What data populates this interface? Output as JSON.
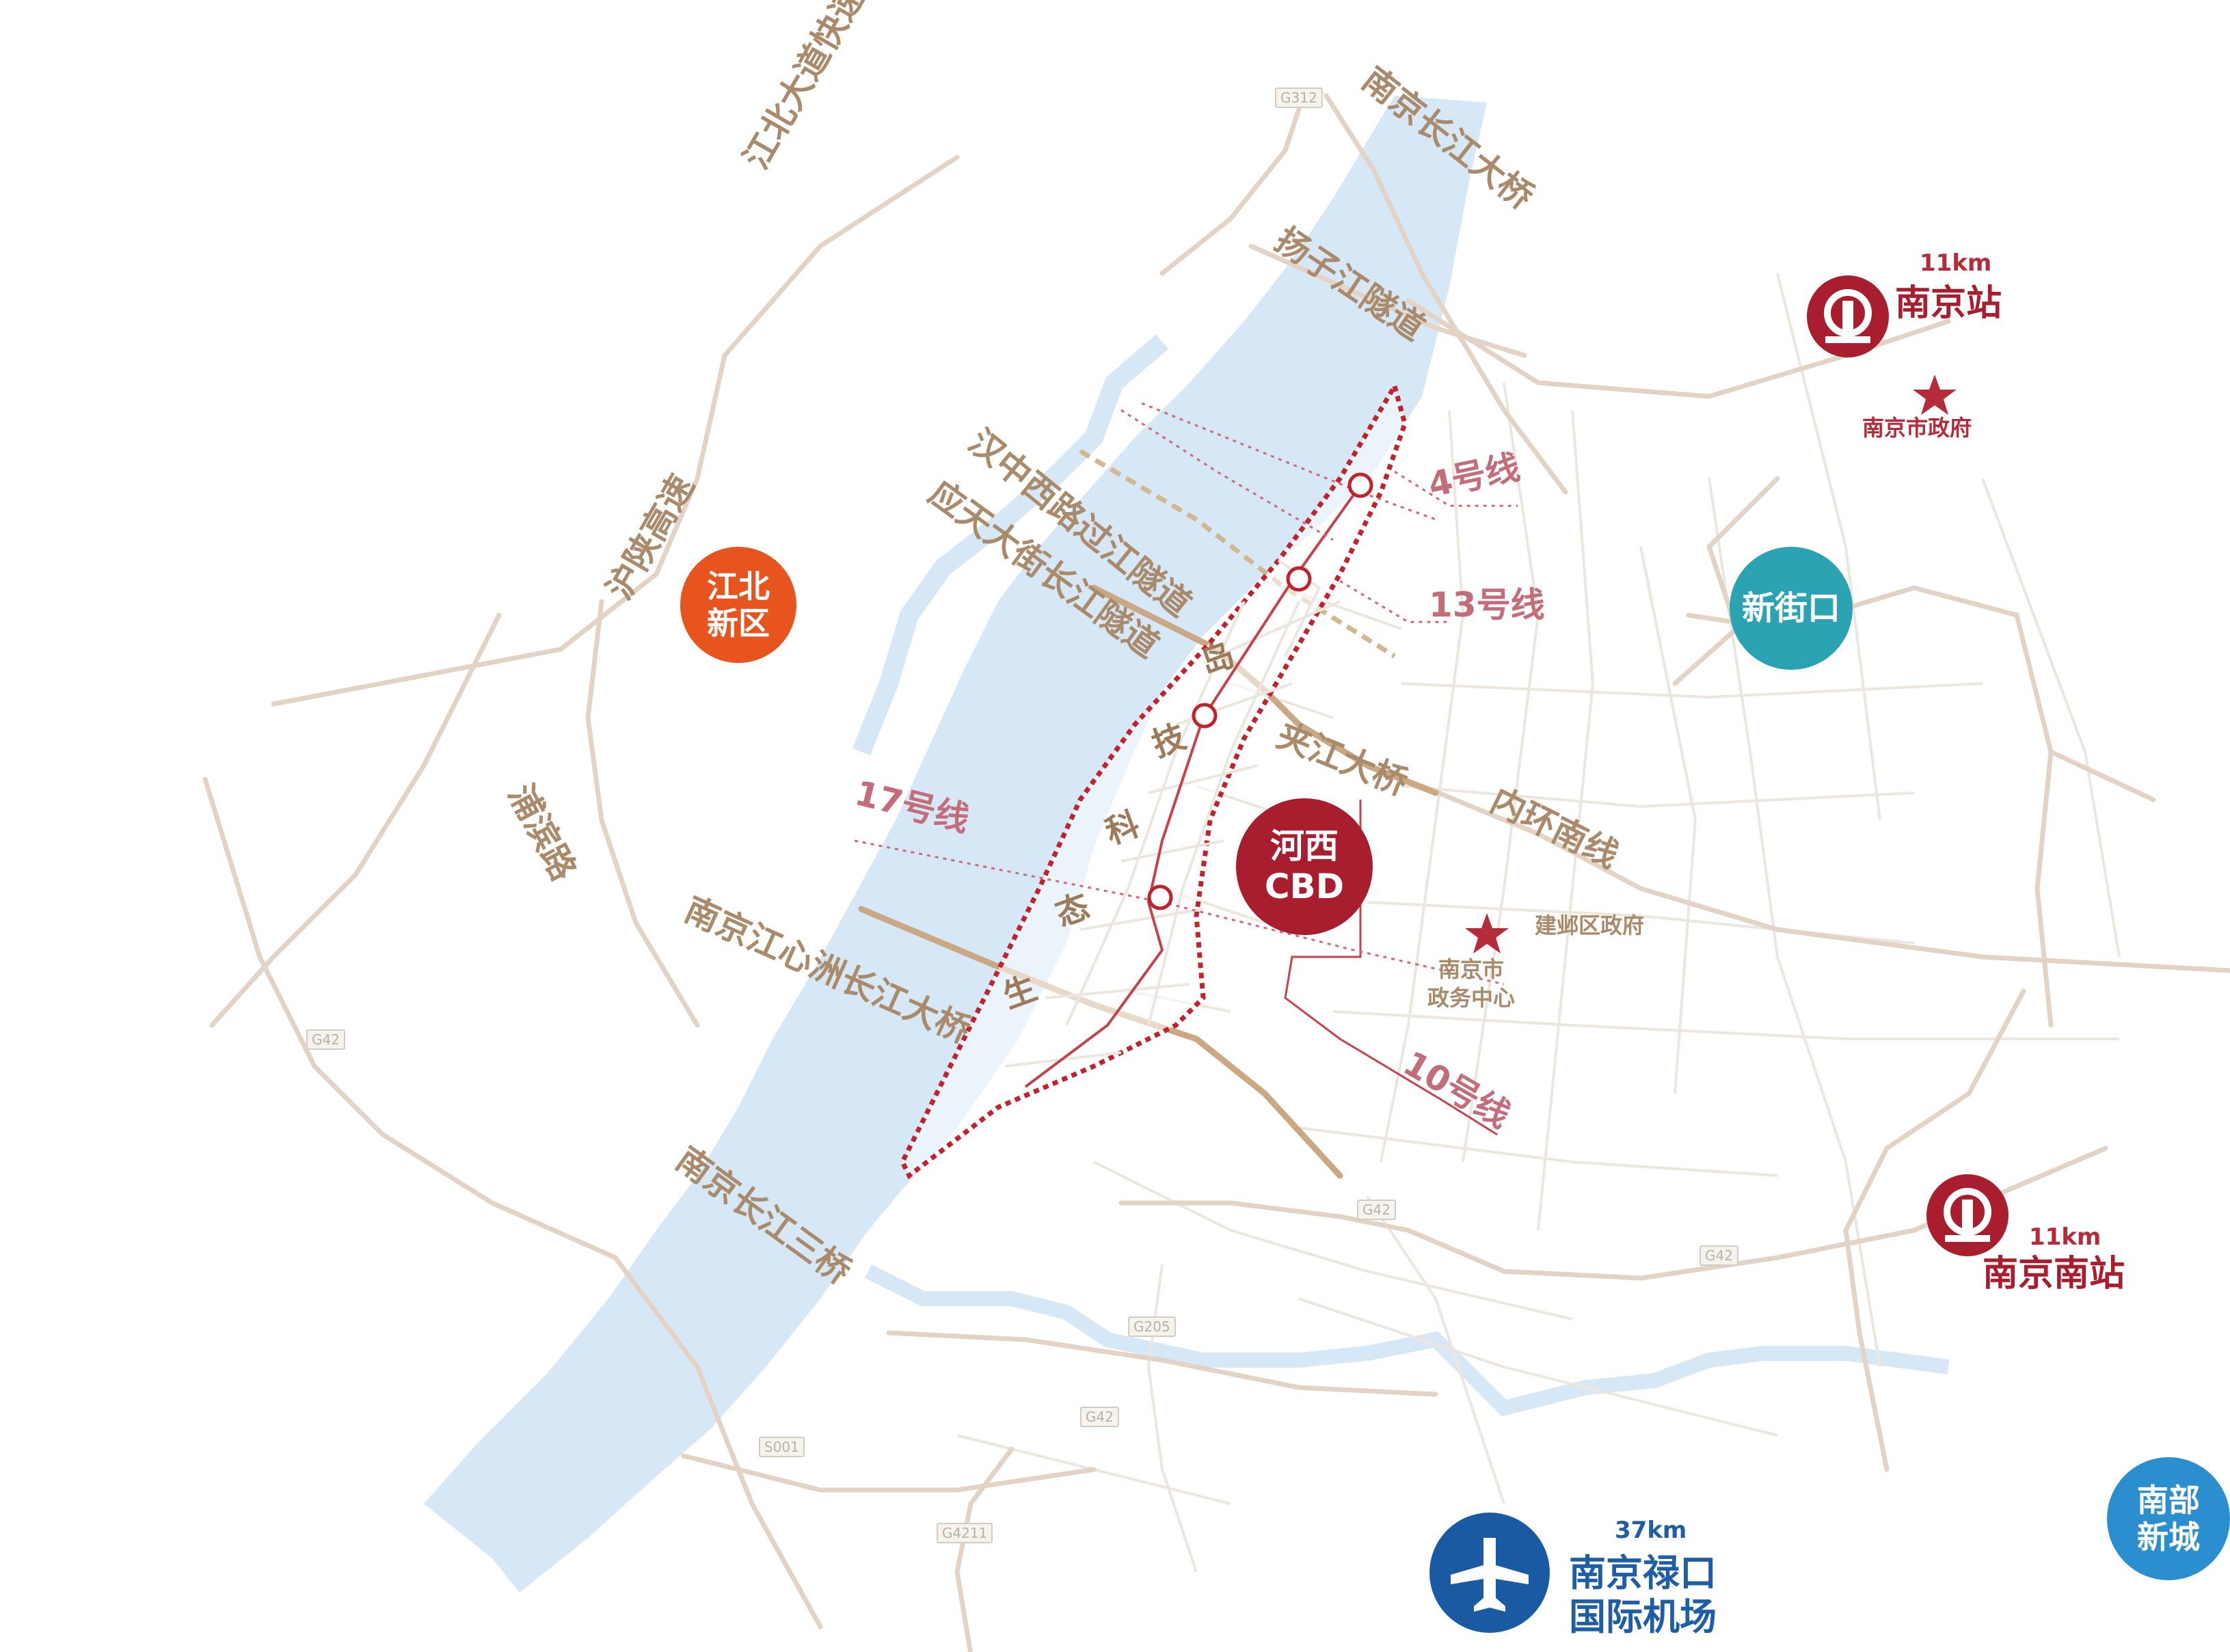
{
  "colors": {
    "river": "#d6e7f6",
    "road_major": "#e2d3c4",
    "road_minor": "#ece6df",
    "road_highlight": "#c9a883",
    "district_outline": "#c0232e",
    "metro_line": "#c4434f",
    "station_red": "#a81e2e",
    "airport_blue": "#1a5aa3",
    "jiangbei": "#e8541d",
    "cbd": "#a81e2e",
    "xinjiekou": "#2ba3b2",
    "nanbu": "#2b8fcf"
  },
  "roads": {
    "jiangbei_expressway": "江北大道快速路",
    "hushan_expressway": "沪陕高速",
    "pubin_road": "浦滨路",
    "yangtze_bridge": "南京长江大桥",
    "yangzi_tunnel": "扬子江隧道",
    "hanzhong_tunnel": "汉中西路过江隧道",
    "yingtian_tunnel": "应天大街长江隧道",
    "jiajiang_bridge": "夹江大桥",
    "inner_ring_south": "内环南线",
    "jiangxinzhou_bridge": "南京江心洲长江大桥",
    "third_bridge": "南京长江三桥"
  },
  "metro": {
    "line4": "4号线",
    "line13": "13号线",
    "line17": "17号线",
    "line10": "10号线"
  },
  "eco_tech_chars": [
    "生",
    "态",
    "科",
    "技",
    "岛"
  ],
  "shields": {
    "g312": "G312",
    "g42_west": "G42",
    "g42_mid": "G42",
    "g42_east": "G42",
    "g42_south": "G42",
    "g205": "G205",
    "s001": "S001",
    "g4211": "G4211"
  },
  "hubs": {
    "jiangbei": "江北\n新区",
    "cbd": "河西\nCBD",
    "xinjiekou": "新街口",
    "nanbu": "南部\n新城"
  },
  "places": {
    "city_gov": "南京市政府",
    "jianye_gov": "建邺区政府",
    "gov_center": "南京市\n政务中心"
  },
  "stations": {
    "nanjing_station": {
      "name": "南京站",
      "distance": "11km"
    },
    "nanjing_south": {
      "name": "南京南站",
      "distance": "11km"
    },
    "airport": {
      "name": "南京禄口\n国际机场",
      "distance": "37km"
    }
  },
  "icons": [
    "railway-station-icon",
    "airplane-icon",
    "star-icon",
    "metro-station-icon"
  ]
}
